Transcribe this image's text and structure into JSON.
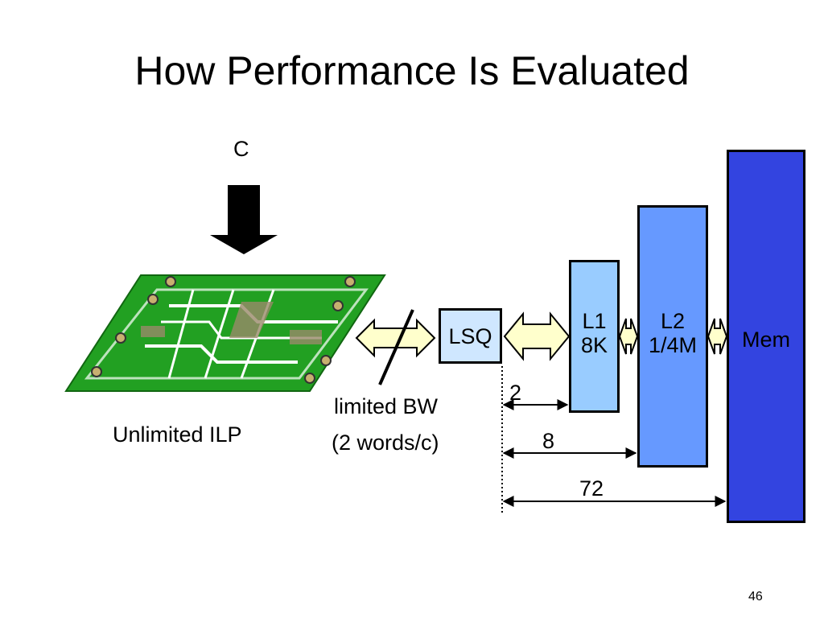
{
  "slide": {
    "title": "How Performance Is Evaluated",
    "page_number": "46"
  },
  "diagram": {
    "input_label": "C",
    "processor_label": "Unlimited ILP",
    "bus_label_line1": "limited BW",
    "bus_label_line2": "(2 words/c)",
    "lsq_label": "LSQ",
    "l1_line1": "L1",
    "l1_line2": "8K",
    "l2_line1": "L2",
    "l2_line2": "1/4M",
    "mem_label": "Mem",
    "latency_l1": "2",
    "latency_l2": "8",
    "latency_mem": "72"
  },
  "colors": {
    "board_green": "#22a022",
    "trace_white": "#ffffff",
    "lsq_fill": "#cfe7ff",
    "l1_fill": "#99ccff",
    "l2_fill": "#6699ff",
    "mem_fill": "#3344e0",
    "bus_arrow_fill": "#ffffcc"
  }
}
